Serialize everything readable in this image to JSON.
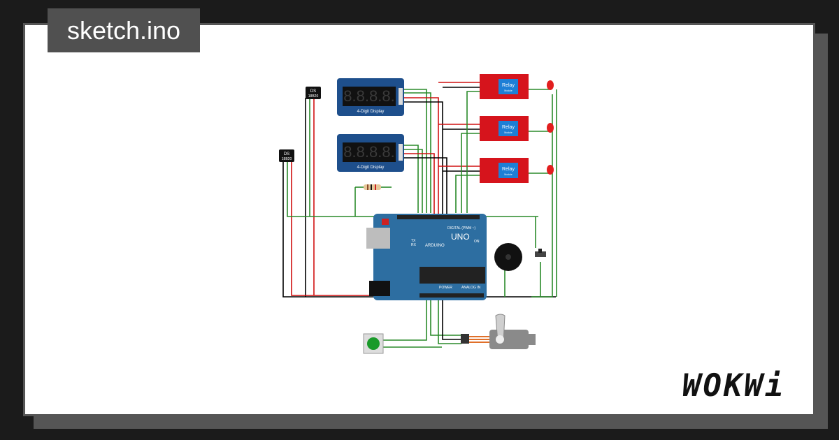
{
  "project": {
    "filename": "sketch.ino"
  },
  "branding": {
    "logo": "WOKWi"
  },
  "components": {
    "temp_sensor_1": {
      "line1": "DS",
      "line2": "18B20"
    },
    "temp_sensor_2": {
      "line1": "DS",
      "line2": "18B20"
    },
    "display_1": {
      "digits": "8.8.8.8.",
      "caption": "4-Digit Display"
    },
    "display_2": {
      "digits": "8.8.8.8.",
      "caption": "4-Digit Display"
    },
    "relay_1": {
      "title": "Relay",
      "subtitle": "Module"
    },
    "relay_2": {
      "title": "Relay",
      "subtitle": "Module"
    },
    "relay_3": {
      "title": "Relay",
      "subtitle": "Module"
    },
    "arduino": {
      "model": "UNO",
      "brand": "ARDUINO",
      "digital_label": "DIGITAL (PWM ~)",
      "power_label": "POWER",
      "analog_label": "ANALOG IN",
      "on_label": "ON",
      "tx_label": "TX",
      "rx_label": "RX"
    }
  },
  "colors": {
    "background": "#1b1b1b",
    "card": "#ffffff",
    "title_bg": "#505050",
    "arduino": "#2d6ea1",
    "display": "#1e4f8c",
    "relay": "#d6141c",
    "relay_inner": "#1e7fd6",
    "wire_green": "#2a8a2a",
    "wire_red": "#d01010",
    "wire_black": "#000000"
  }
}
